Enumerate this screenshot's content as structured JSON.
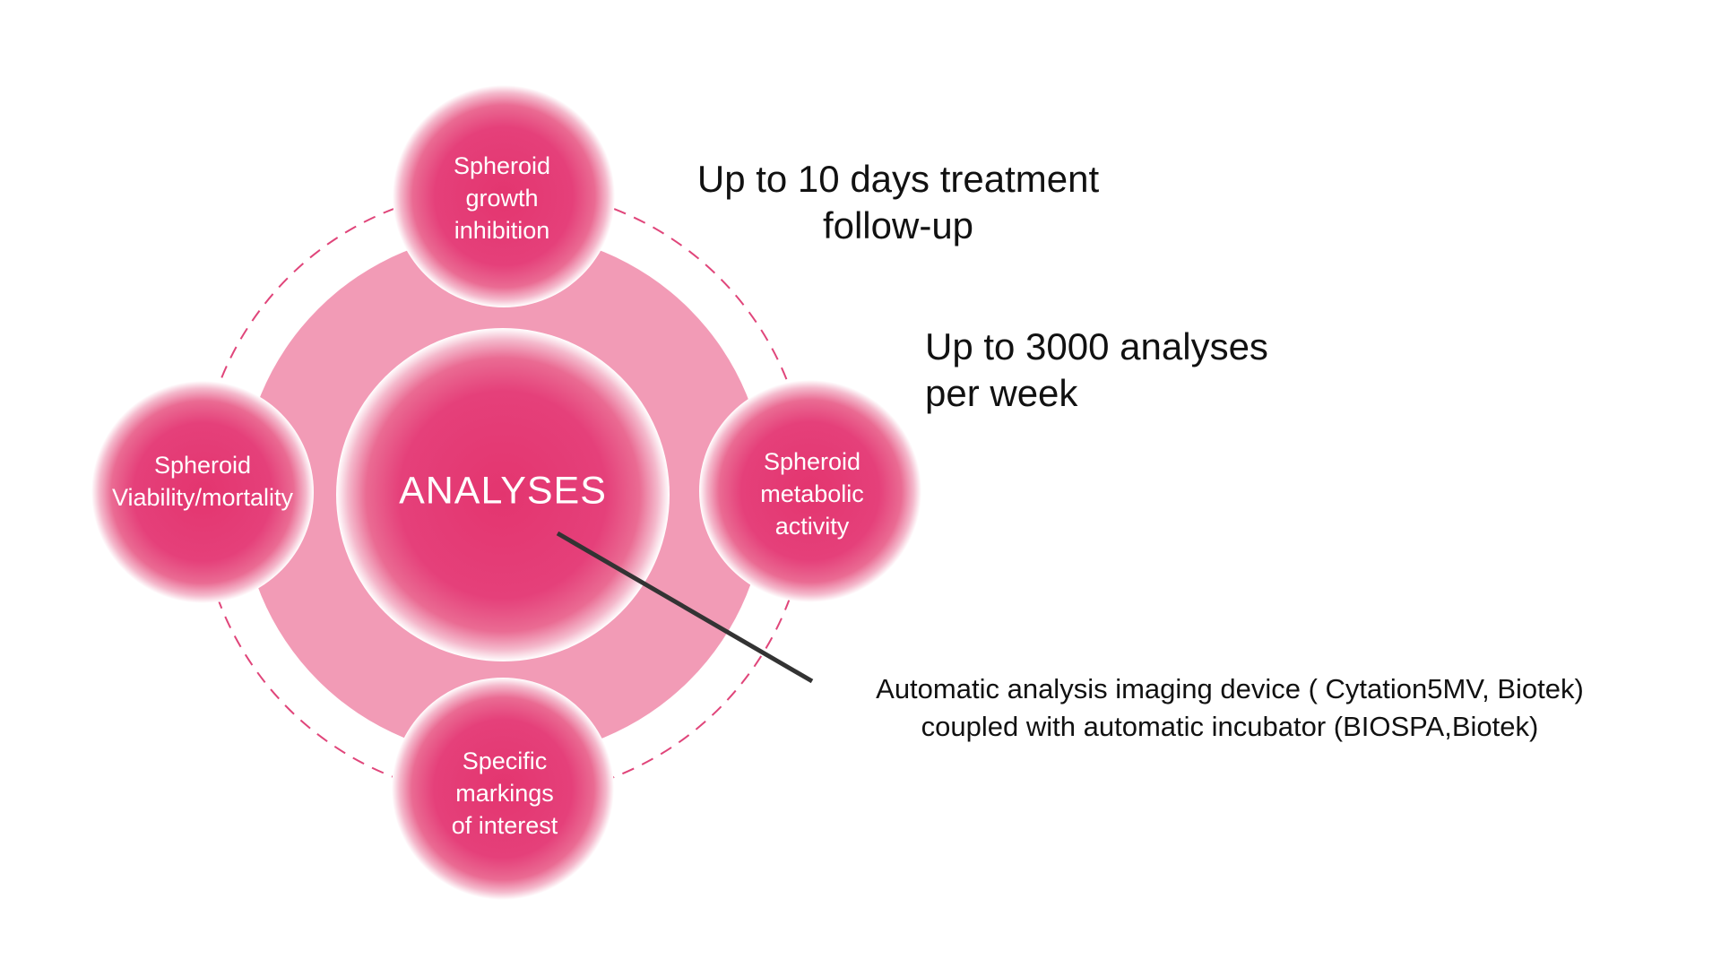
{
  "diagram": {
    "center": {
      "label": "ANALYSES"
    },
    "nodes": [
      {
        "id": "top",
        "lines": [
          "Spheroid",
          "growth",
          "inhibition"
        ]
      },
      {
        "id": "left",
        "lines": [
          "Spheroid",
          "Viability/mortality"
        ]
      },
      {
        "id": "right",
        "lines": [
          "Spheroid",
          "metabolic",
          "activity"
        ]
      },
      {
        "id": "bottom",
        "lines": [
          "Specific",
          "markings",
          "of interest"
        ]
      }
    ],
    "notes": {
      "treatment": [
        "Up to 10 days treatment",
        "follow-up"
      ],
      "throughput": [
        "Up to 3000 analyses",
        "per week"
      ],
      "device": [
        "Automatic analysis imaging device ( Cytation5MV, Biotek)",
        "coupled with automatic incubator (BIOSPA,Biotek)"
      ]
    },
    "colors": {
      "node_core": "#e3356f",
      "node_edge": "#ffffff",
      "disk": "#f29bb6",
      "dashed_ring": "#e0457a",
      "connector": "#333333",
      "note_text": "#111111"
    }
  }
}
